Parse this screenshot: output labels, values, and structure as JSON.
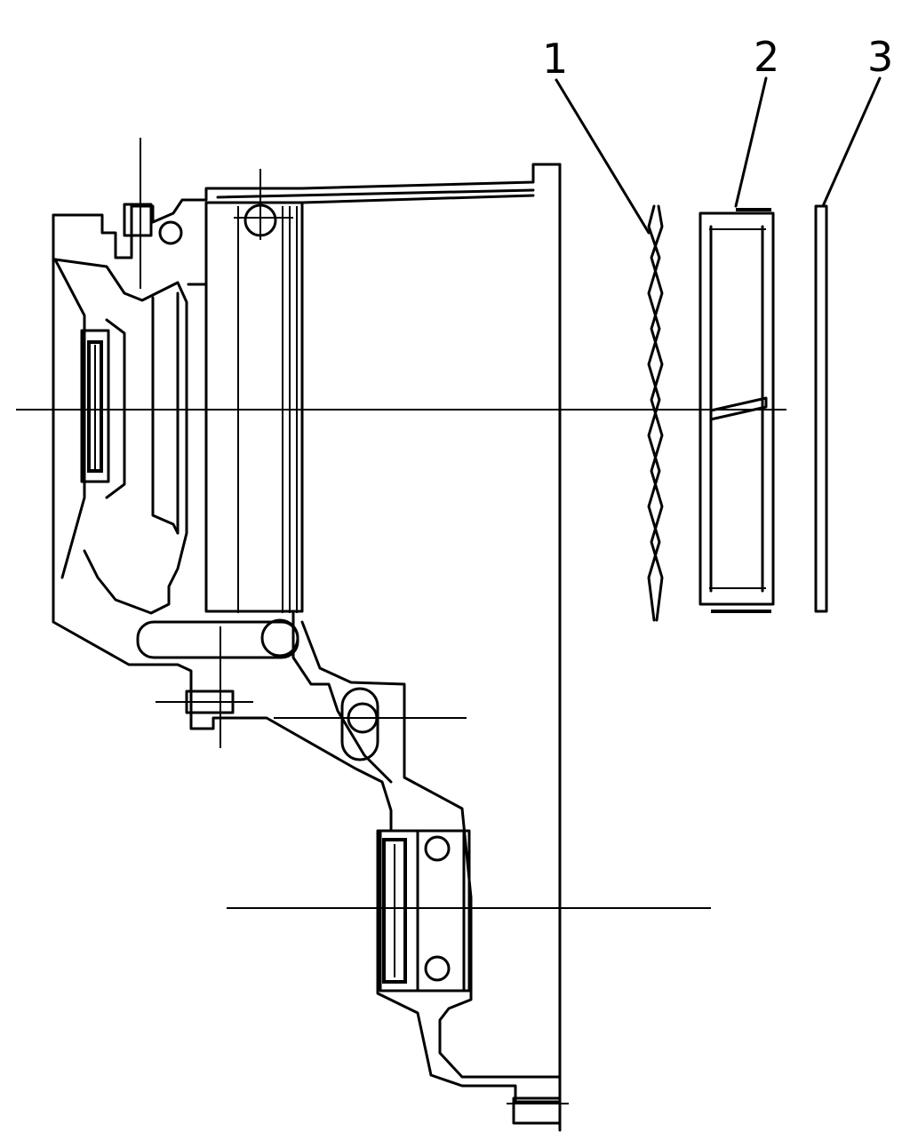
{
  "callouts": [
    {
      "id": "part-1",
      "text": "1"
    },
    {
      "id": "part-2",
      "text": "2"
    },
    {
      "id": "part-3",
      "text": "3"
    }
  ],
  "colors": {
    "line": "#000000",
    "background": "#ffffff"
  }
}
